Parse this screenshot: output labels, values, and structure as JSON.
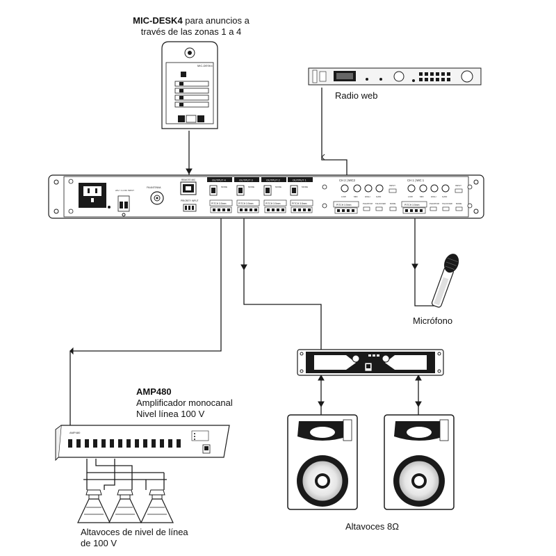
{
  "labels": {
    "mic_desk_name": "MIC-DESK4",
    "mic_desk_line1_rest": " para anuncios a",
    "mic_desk_line2": "través de las zonas 1 a 4",
    "radio": "Radio web",
    "microphone": "Micrófono",
    "amp_name": "AMP480",
    "amp_line1": "Amplificador monocanal",
    "amp_line2": "Nivel línea 100 V",
    "speakers_100v_line1": "Altavoces de nivel de línea",
    "speakers_100v_line2": "de 100 V",
    "speakers_8ohm": "Altavoces 8Ω"
  },
  "mixer_panel": {
    "remote_mic": "REMOTE MIC",
    "priority_input": "PRIORITY INPUT",
    "fm_antenna": "FM ANTENNA",
    "dc_input": "24V / 1 A DC INPUT",
    "outputs": [
      "OUTPUT 4",
      "OUTPUT 3",
      "OUTPUT 2",
      "OUTPUT 1"
    ],
    "mode": "MODE",
    "pitch": "PITCH 3.5mm",
    "ch2": "CH 2 | MIC2",
    "ch1": "CH 1 | MIC 1",
    "low": "LOW",
    "mid": "MID",
    "high": "HIGH",
    "gain": "GAIN",
    "input": "INPUT",
    "phantom": "PHANTOM",
    "talkover": "TALKOVER"
  },
  "amp_panel": {
    "model": "AMP480"
  },
  "mic_desk_panel": {
    "model": "MIC-DESK4"
  },
  "colors": {
    "line": "#1a1a1a",
    "device_fill": "#f4f4f4",
    "dark": "#222222"
  }
}
